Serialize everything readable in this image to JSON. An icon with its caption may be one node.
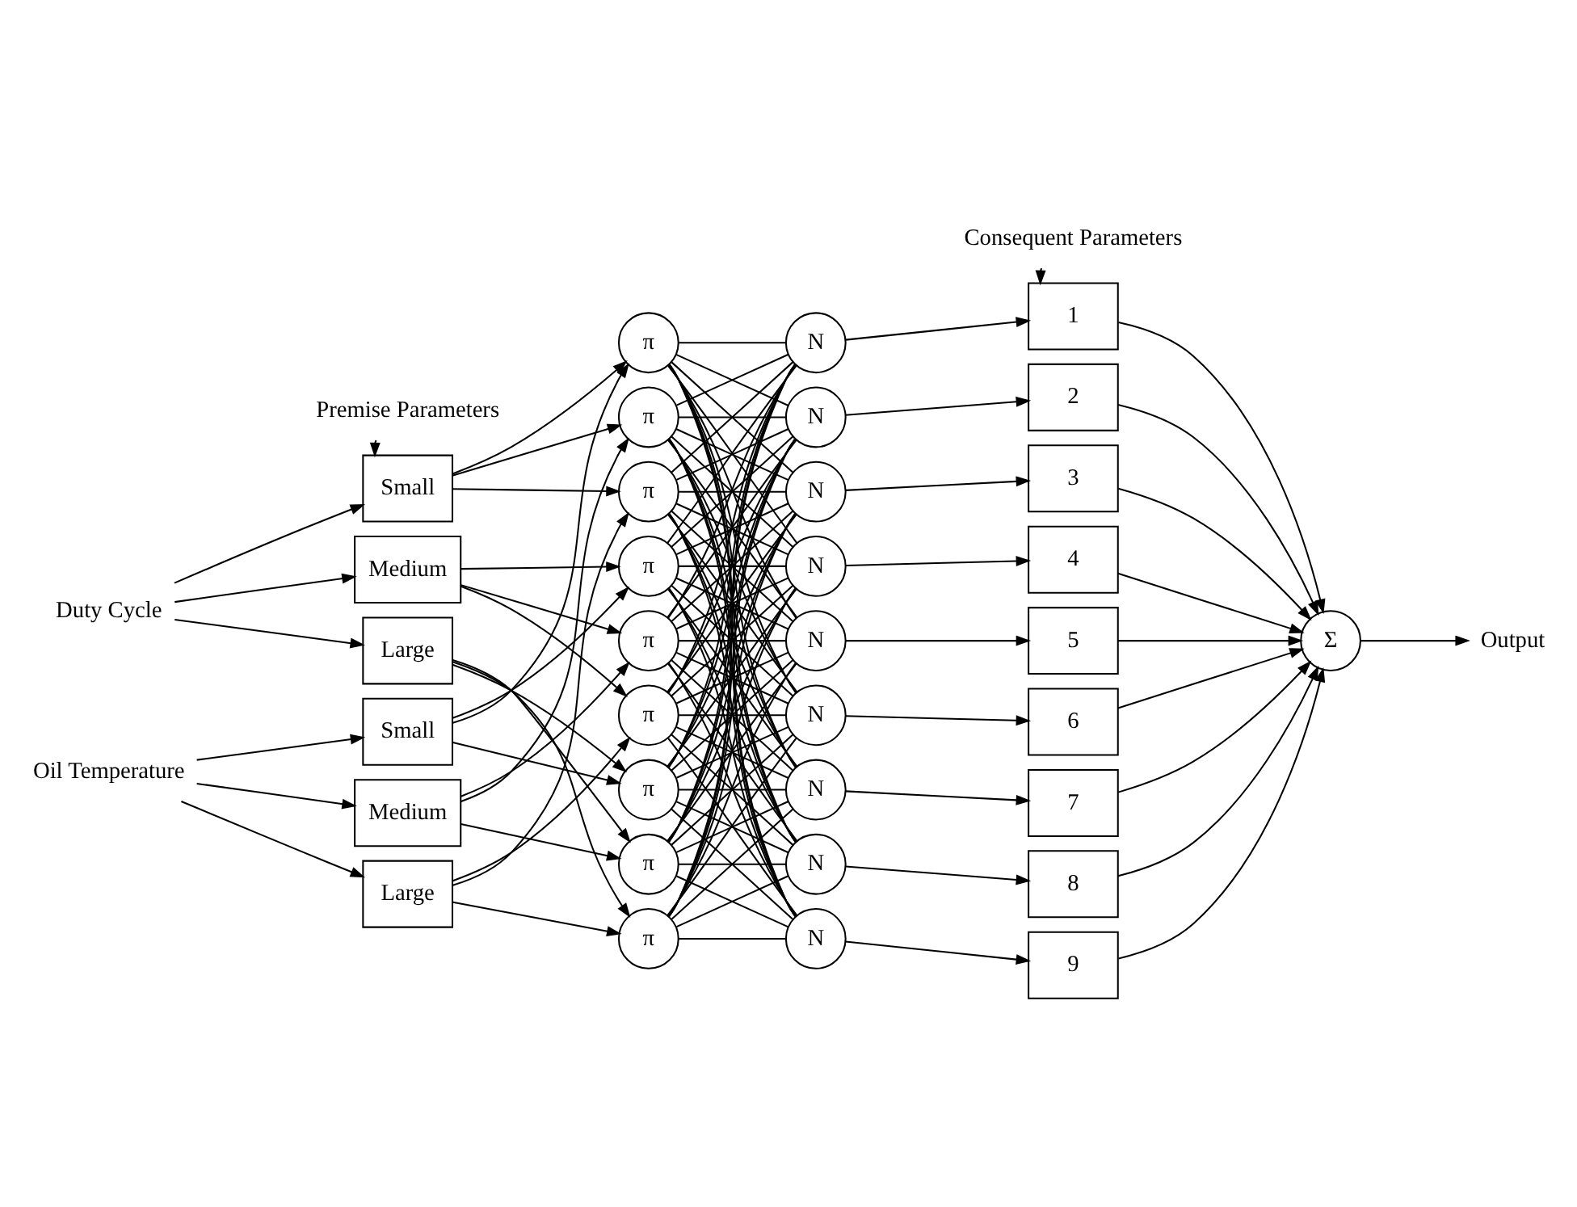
{
  "diagram": {
    "nodes": [
      {
        "text": [
          "Duty Cycle"
        ]
      },
      {
        "text": [
          "Oil Temperature"
        ]
      },
      {
        "text": [
          "Premise Parameters"
        ]
      },
      {
        "text": [
          "Small"
        ]
      },
      {
        "text": [
          "Medium"
        ]
      },
      {
        "text": [
          "Large"
        ]
      },
      {
        "text": [
          "Small"
        ]
      },
      {
        "text": [
          "Medium"
        ]
      },
      {
        "text": [
          "Large"
        ]
      },
      {
        "text": [
          "π"
        ]
      },
      {
        "text": [
          "π"
        ]
      },
      {
        "text": [
          "π"
        ]
      },
      {
        "text": [
          "π"
        ]
      },
      {
        "text": [
          "π"
        ]
      },
      {
        "text": [
          "π"
        ]
      },
      {
        "text": [
          "π"
        ]
      },
      {
        "text": [
          "π"
        ]
      },
      {
        "text": [
          "π"
        ]
      },
      {
        "text": [
          "N"
        ]
      },
      {
        "text": [
          "N"
        ]
      },
      {
        "text": [
          "N"
        ]
      },
      {
        "text": [
          "N"
        ]
      },
      {
        "text": [
          "N"
        ]
      },
      {
        "text": [
          "N"
        ]
      },
      {
        "text": [
          "N"
        ]
      },
      {
        "text": [
          "N"
        ]
      },
      {
        "text": [
          "N"
        ]
      },
      {
        "text": [
          "Consequent Parameters"
        ]
      },
      {
        "text": [
          "1"
        ]
      },
      {
        "text": [
          "2"
        ]
      },
      {
        "text": [
          "3"
        ]
      },
      {
        "text": [
          "4"
        ]
      },
      {
        "text": [
          "5"
        ]
      },
      {
        "text": [
          "6"
        ]
      },
      {
        "text": [
          "7"
        ]
      },
      {
        "text": [
          "8"
        ]
      },
      {
        "text": [
          "9"
        ]
      },
      {
        "text": [
          "Σ"
        ]
      },
      {
        "text": [
          "Output"
        ]
      }
    ],
    "edges": [
      {
        "from": 0,
        "to": 3,
        "arrow": "to"
      },
      {
        "from": 0,
        "to": 4,
        "arrow": "to"
      },
      {
        "from": 0,
        "to": 5,
        "arrow": "to"
      },
      {
        "from": 1,
        "to": 6,
        "arrow": "to"
      },
      {
        "from": 1,
        "to": 7,
        "arrow": "to"
      },
      {
        "from": 1,
        "to": 8,
        "arrow": "to"
      },
      {
        "from": 2,
        "to": 3,
        "arrow": "to"
      },
      {
        "from": 3,
        "to": 9,
        "arrow": "to"
      },
      {
        "from": 3,
        "to": 10,
        "arrow": "to"
      },
      {
        "from": 3,
        "to": 11,
        "arrow": "to"
      },
      {
        "from": 4,
        "to": 12,
        "arrow": "to"
      },
      {
        "from": 4,
        "to": 13,
        "arrow": "to"
      },
      {
        "from": 4,
        "to": 14,
        "arrow": "to"
      },
      {
        "from": 5,
        "to": 15,
        "arrow": "to"
      },
      {
        "from": 5,
        "to": 16,
        "arrow": "to"
      },
      {
        "from": 5,
        "to": 17,
        "arrow": "to"
      },
      {
        "from": 6,
        "to": 9,
        "arrow": "to"
      },
      {
        "from": 6,
        "to": 12,
        "arrow": "to"
      },
      {
        "from": 6,
        "to": 15,
        "arrow": "to"
      },
      {
        "from": 7,
        "to": 10,
        "arrow": "to"
      },
      {
        "from": 7,
        "to": 13,
        "arrow": "to"
      },
      {
        "from": 7,
        "to": 16,
        "arrow": "to"
      },
      {
        "from": 8,
        "to": 11,
        "arrow": "to"
      },
      {
        "from": 8,
        "to": 14,
        "arrow": "to"
      },
      {
        "from": 8,
        "to": 17,
        "arrow": "to"
      },
      {
        "from": 9,
        "to": 18,
        "arrow": "none"
      },
      {
        "from": 9,
        "to": 19,
        "arrow": "none"
      },
      {
        "from": 9,
        "to": 20,
        "arrow": "none"
      },
      {
        "from": 9,
        "to": 21,
        "arrow": "none"
      },
      {
        "from": 9,
        "to": 22,
        "arrow": "none"
      },
      {
        "from": 9,
        "to": 23,
        "arrow": "none"
      },
      {
        "from": 9,
        "to": 24,
        "arrow": "none"
      },
      {
        "from": 9,
        "to": 25,
        "arrow": "none"
      },
      {
        "from": 9,
        "to": 26,
        "arrow": "none"
      },
      {
        "from": 10,
        "to": 18,
        "arrow": "none"
      },
      {
        "from": 10,
        "to": 19,
        "arrow": "none"
      },
      {
        "from": 10,
        "to": 20,
        "arrow": "none"
      },
      {
        "from": 10,
        "to": 21,
        "arrow": "none"
      },
      {
        "from": 10,
        "to": 22,
        "arrow": "none"
      },
      {
        "from": 10,
        "to": 23,
        "arrow": "none"
      },
      {
        "from": 10,
        "to": 24,
        "arrow": "none"
      },
      {
        "from": 10,
        "to": 25,
        "arrow": "none"
      },
      {
        "from": 10,
        "to": 26,
        "arrow": "none"
      },
      {
        "from": 11,
        "to": 18,
        "arrow": "none"
      },
      {
        "from": 11,
        "to": 19,
        "arrow": "none"
      },
      {
        "from": 11,
        "to": 20,
        "arrow": "none"
      },
      {
        "from": 11,
        "to": 21,
        "arrow": "none"
      },
      {
        "from": 11,
        "to": 22,
        "arrow": "none"
      },
      {
        "from": 11,
        "to": 23,
        "arrow": "none"
      },
      {
        "from": 11,
        "to": 24,
        "arrow": "none"
      },
      {
        "from": 11,
        "to": 25,
        "arrow": "none"
      },
      {
        "from": 11,
        "to": 26,
        "arrow": "none"
      },
      {
        "from": 12,
        "to": 18,
        "arrow": "none"
      },
      {
        "from": 12,
        "to": 19,
        "arrow": "none"
      },
      {
        "from": 12,
        "to": 20,
        "arrow": "none"
      },
      {
        "from": 12,
        "to": 21,
        "arrow": "none"
      },
      {
        "from": 12,
        "to": 22,
        "arrow": "none"
      },
      {
        "from": 12,
        "to": 23,
        "arrow": "none"
      },
      {
        "from": 12,
        "to": 24,
        "arrow": "none"
      },
      {
        "from": 12,
        "to": 25,
        "arrow": "none"
      },
      {
        "from": 12,
        "to": 26,
        "arrow": "none"
      },
      {
        "from": 13,
        "to": 18,
        "arrow": "none"
      },
      {
        "from": 13,
        "to": 19,
        "arrow": "none"
      },
      {
        "from": 13,
        "to": 20,
        "arrow": "none"
      },
      {
        "from": 13,
        "to": 21,
        "arrow": "none"
      },
      {
        "from": 13,
        "to": 22,
        "arrow": "none"
      },
      {
        "from": 13,
        "to": 23,
        "arrow": "none"
      },
      {
        "from": 13,
        "to": 24,
        "arrow": "none"
      },
      {
        "from": 13,
        "to": 25,
        "arrow": "none"
      },
      {
        "from": 13,
        "to": 26,
        "arrow": "none"
      },
      {
        "from": 14,
        "to": 18,
        "arrow": "none"
      },
      {
        "from": 14,
        "to": 19,
        "arrow": "none"
      },
      {
        "from": 14,
        "to": 20,
        "arrow": "none"
      },
      {
        "from": 14,
        "to": 21,
        "arrow": "none"
      },
      {
        "from": 14,
        "to": 22,
        "arrow": "none"
      },
      {
        "from": 14,
        "to": 23,
        "arrow": "none"
      },
      {
        "from": 14,
        "to": 24,
        "arrow": "none"
      },
      {
        "from": 14,
        "to": 25,
        "arrow": "none"
      },
      {
        "from": 14,
        "to": 26,
        "arrow": "none"
      },
      {
        "from": 15,
        "to": 18,
        "arrow": "none"
      },
      {
        "from": 15,
        "to": 19,
        "arrow": "none"
      },
      {
        "from": 15,
        "to": 20,
        "arrow": "none"
      },
      {
        "from": 15,
        "to": 21,
        "arrow": "none"
      },
      {
        "from": 15,
        "to": 22,
        "arrow": "none"
      },
      {
        "from": 15,
        "to": 23,
        "arrow": "none"
      },
      {
        "from": 15,
        "to": 24,
        "arrow": "none"
      },
      {
        "from": 15,
        "to": 25,
        "arrow": "none"
      },
      {
        "from": 15,
        "to": 26,
        "arrow": "none"
      },
      {
        "from": 16,
        "to": 18,
        "arrow": "none"
      },
      {
        "from": 16,
        "to": 19,
        "arrow": "none"
      },
      {
        "from": 16,
        "to": 20,
        "arrow": "none"
      },
      {
        "from": 16,
        "to": 21,
        "arrow": "none"
      },
      {
        "from": 16,
        "to": 22,
        "arrow": "none"
      },
      {
        "from": 16,
        "to": 23,
        "arrow": "none"
      },
      {
        "from": 16,
        "to": 24,
        "arrow": "none"
      },
      {
        "from": 16,
        "to": 25,
        "arrow": "none"
      },
      {
        "from": 16,
        "to": 26,
        "arrow": "none"
      },
      {
        "from": 17,
        "to": 18,
        "arrow": "none"
      },
      {
        "from": 17,
        "to": 19,
        "arrow": "none"
      },
      {
        "from": 17,
        "to": 20,
        "arrow": "none"
      },
      {
        "from": 17,
        "to": 21,
        "arrow": "none"
      },
      {
        "from": 17,
        "to": 22,
        "arrow": "none"
      },
      {
        "from": 17,
        "to": 23,
        "arrow": "none"
      },
      {
        "from": 17,
        "to": 24,
        "arrow": "none"
      },
      {
        "from": 17,
        "to": 25,
        "arrow": "none"
      },
      {
        "from": 17,
        "to": 26,
        "arrow": "none"
      },
      {
        "from": 18,
        "to": 28,
        "arrow": "to"
      },
      {
        "from": 19,
        "to": 29,
        "arrow": "to"
      },
      {
        "from": 20,
        "to": 30,
        "arrow": "to"
      },
      {
        "from": 21,
        "to": 31,
        "arrow": "to"
      },
      {
        "from": 22,
        "to": 32,
        "arrow": "to"
      },
      {
        "from": 23,
        "to": 33,
        "arrow": "to"
      },
      {
        "from": 24,
        "to": 34,
        "arrow": "to"
      },
      {
        "from": 25,
        "to": 35,
        "arrow": "to"
      },
      {
        "from": 26,
        "to": 36,
        "arrow": "to"
      },
      {
        "from": 27,
        "to": 28,
        "arrow": "to"
      },
      {
        "from": 28,
        "to": 37,
        "arrow": "to"
      },
      {
        "from": 29,
        "to": 37,
        "arrow": "to"
      },
      {
        "from": 30,
        "to": 37,
        "arrow": "to"
      },
      {
        "from": 31,
        "to": 37,
        "arrow": "to"
      },
      {
        "from": 32,
        "to": 37,
        "arrow": "to"
      },
      {
        "from": 33,
        "to": 37,
        "arrow": "to"
      },
      {
        "from": 34,
        "to": 37,
        "arrow": "to"
      },
      {
        "from": 35,
        "to": 37,
        "arrow": "to"
      },
      {
        "from": 36,
        "to": 37,
        "arrow": "to"
      },
      {
        "from": 37,
        "to": 38,
        "arrow": "to"
      }
    ]
  }
}
